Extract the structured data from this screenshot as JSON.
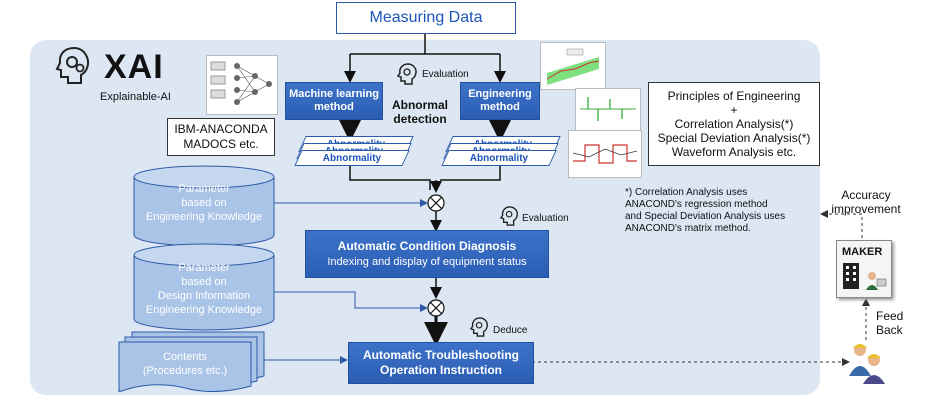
{
  "measuring_data": "Measuring Data",
  "xai": {
    "title": "XAI",
    "subtitle": "Explainable-AI"
  },
  "ibm_box": {
    "line1": "IBM-ANACONDA",
    "line2": "MADOCS etc."
  },
  "evaluation_top": "Evaluation",
  "machine_learning": {
    "line1": "Machine learning",
    "line2": "method"
  },
  "engineering_method": {
    "line1": "Engineering",
    "line2": "method"
  },
  "abnormal_detection": {
    "line1": "Abnormal",
    "line2": "detection"
  },
  "abnormality": "Abnormality",
  "principles": {
    "line1": "Principles of Engineering",
    "line2": "+",
    "line3": "Correlation Analysis(*)",
    "line4": "Special Deviation Analysis(*)",
    "line5": "Waveform Analysis etc."
  },
  "note": {
    "line1": "*) Correlation Analysis uses",
    "line2": "ANACOND's regression method",
    "line3": "and Special Deviation Analysis uses",
    "line4": "ANACOND's matrix method."
  },
  "cylinder1": {
    "line1": "Parameter",
    "line2": "based on",
    "line3": "Engineering Knowledge"
  },
  "cylinder2": {
    "line1": "Parameter",
    "line2": "based on",
    "line3": "Design Information",
    "line4": "Engineering Knowledge"
  },
  "contents": {
    "line1": "Contents",
    "line2": "(Procedures etc.)"
  },
  "evaluation_mid": "Evaluation",
  "diagnosis": {
    "title": "Automatic Condition Diagnosis",
    "subtitle": "Indexing and display of equipment status"
  },
  "deduce": "Deduce",
  "troubleshooting": {
    "line1": "Automatic Troubleshooting",
    "line2": "Operation Instruction"
  },
  "accuracy": {
    "line1": "Accuracy",
    "line2": "improvement"
  },
  "maker": "MAKER",
  "feedback": {
    "line1": "Feed",
    "line2": "Back"
  },
  "colors": {
    "panel": "#dde6f3",
    "blue_box": "#2f64b9",
    "cylinder": "#a9c4e6",
    "accent_text": "#1d55b8"
  }
}
